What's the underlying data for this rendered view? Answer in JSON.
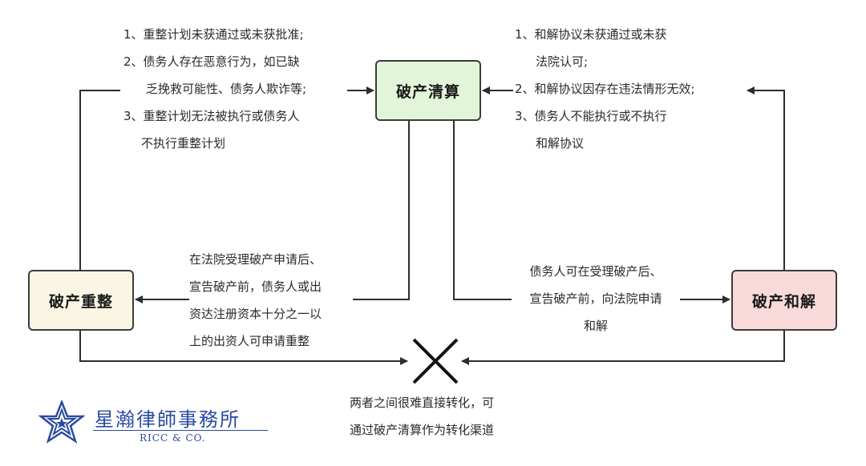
{
  "colors": {
    "liquidation_fill": "#e3f5d8",
    "reorganization_fill": "#fbf6e4",
    "settlement_fill": "#f8dada",
    "line": "#2d2d2d",
    "logo": "#2b4aa2"
  },
  "nodes": {
    "liquidation": "破产清算",
    "reorganization": "破产重整",
    "settlement": "破产和解"
  },
  "notes": {
    "reorg_to_liquidation": [
      "1、重整计划未获通过或未获批准;",
      "2、债务人存在恶意行为，如已缺",
      "乏挽救可能性、债务人欺诈等;",
      "3、重整计划无法被执行或债务人",
      "不执行重整计划"
    ],
    "settlement_to_liquidation": [
      "1、和解协议未获通过或未获",
      "法院认可;",
      "2、和解协议因存在违法情形无效;",
      "3、债务人不能执行或不执行",
      "和解协议"
    ],
    "liquidation_to_reorg": [
      "在法院受理破产申请后、",
      "宣告破产前，债务人或出",
      "资达注册资本十分之一以",
      "上的出资人可申请重整"
    ],
    "liquidation_to_settlement": [
      "债务人可在受理破产后、",
      "宣告破产前，向法院申请",
      "和解"
    ],
    "cross_conversion": [
      "两者之间很难直接转化，可",
      "通过破产清算作为转化渠道"
    ]
  },
  "logo": {
    "name_cn": "星瀚律師事務所",
    "name_en": "RICC & CO.",
    "icon": "star-icon"
  }
}
